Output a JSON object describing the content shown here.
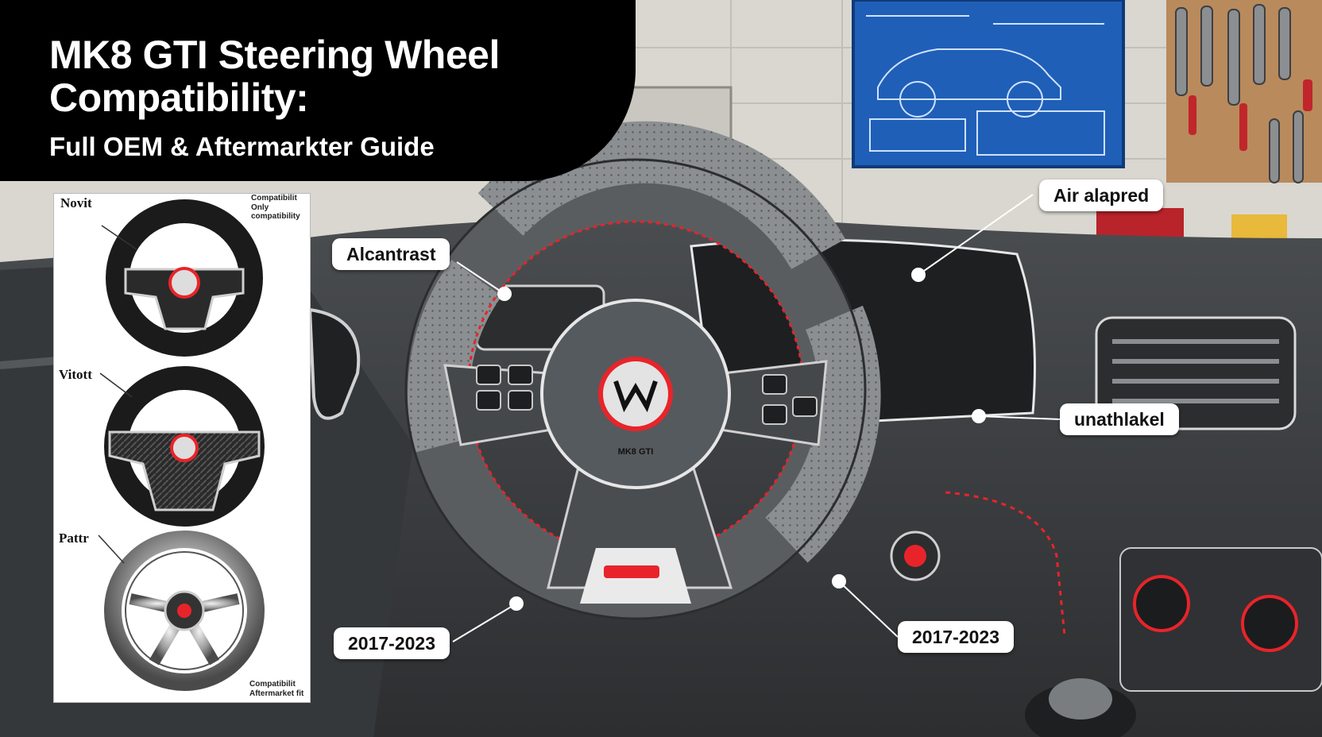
{
  "title": {
    "line1": "MK8 GTI Steering Wheel",
    "line2": "Compatibility:",
    "subtitle": "Full OEM & Aftermarkter Guide"
  },
  "panel": {
    "labels": [
      "Novit",
      "Vitott",
      "Pattr"
    ],
    "top_note": [
      "Compatibilit",
      "Only compatibility"
    ],
    "bottom_note": [
      "Compatibilit",
      "Aftermarket fit"
    ]
  },
  "callouts": {
    "alcantara": "Alcantrast",
    "air": "Air alapred",
    "unat": "unathlakel",
    "year_left": "2017-2023",
    "year_right": "2017-2023"
  },
  "hub_text": {
    "model": "GTI",
    "code": "MK8 GTI"
  },
  "colors": {
    "stitch": "#e8242a",
    "blueprint": "#1f5fb8",
    "banner": "#000000"
  }
}
